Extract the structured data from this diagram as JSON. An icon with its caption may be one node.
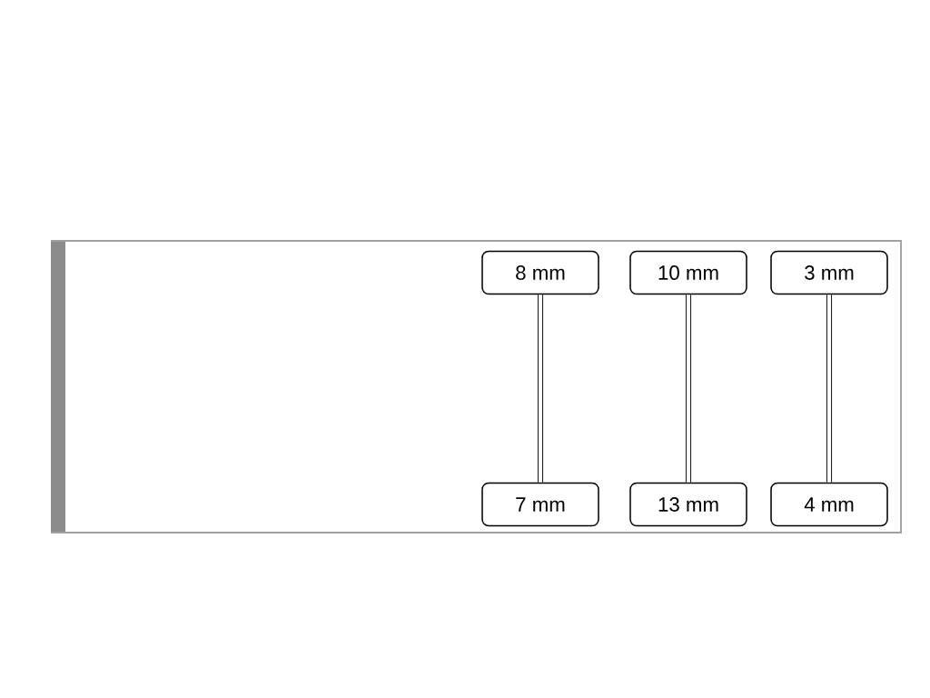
{
  "diagram": {
    "nodes": [
      {
        "text": [
          "8 mm"
        ]
      },
      {
        "text": [
          "10 mm"
        ]
      },
      {
        "text": [
          "3 mm"
        ]
      },
      {
        "text": [
          "7 mm"
        ]
      },
      {
        "text": [
          "13 mm"
        ]
      },
      {
        "text": [
          "4 mm"
        ]
      }
    ],
    "edges": [
      {
        "from": 0,
        "to": 3,
        "arrow": "none"
      },
      {
        "from": 1,
        "to": 4,
        "arrow": "none"
      },
      {
        "from": 2,
        "to": 5,
        "arrow": "none"
      }
    ]
  }
}
